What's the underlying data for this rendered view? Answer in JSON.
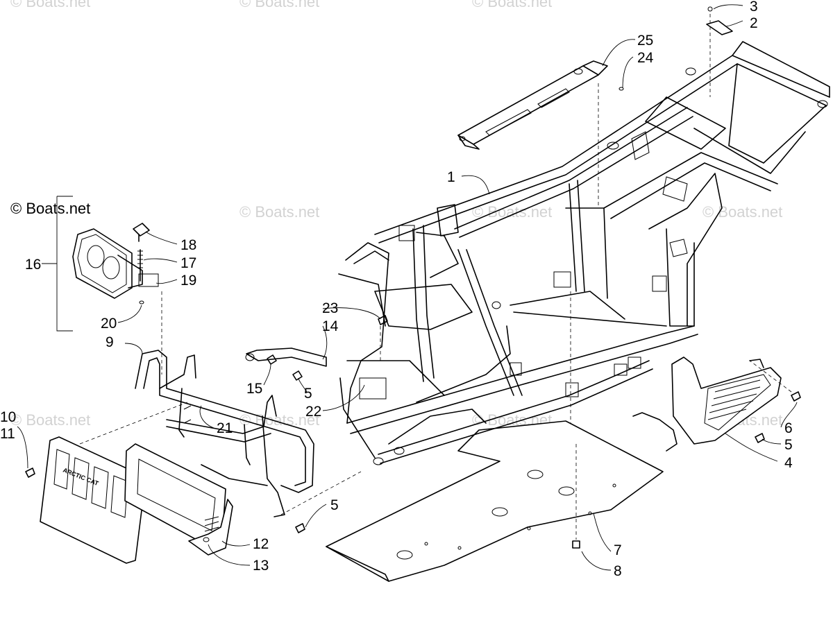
{
  "copyright": "© Boats.net",
  "watermark": "© Boats.net",
  "callouts": {
    "c1": "1",
    "c2": "2",
    "c3": "3",
    "c4": "4",
    "c5a": "5",
    "c5b": "5",
    "c5c": "5",
    "c6": "6",
    "c7": "7",
    "c8": "8",
    "c9": "9",
    "c10": "10",
    "c11": "11",
    "c12": "12",
    "c13": "13",
    "c14": "14",
    "c15": "15",
    "c16": "16",
    "c17": "17",
    "c18": "18",
    "c19": "19",
    "c20": "20",
    "c21": "21",
    "c22": "22",
    "c23": "23",
    "c24": "24",
    "c25": "25"
  },
  "colors": {
    "line": "#000000",
    "watermark": "#d2d2d2",
    "background": "#ffffff"
  },
  "grille_logo": "ARCTIC CAT"
}
